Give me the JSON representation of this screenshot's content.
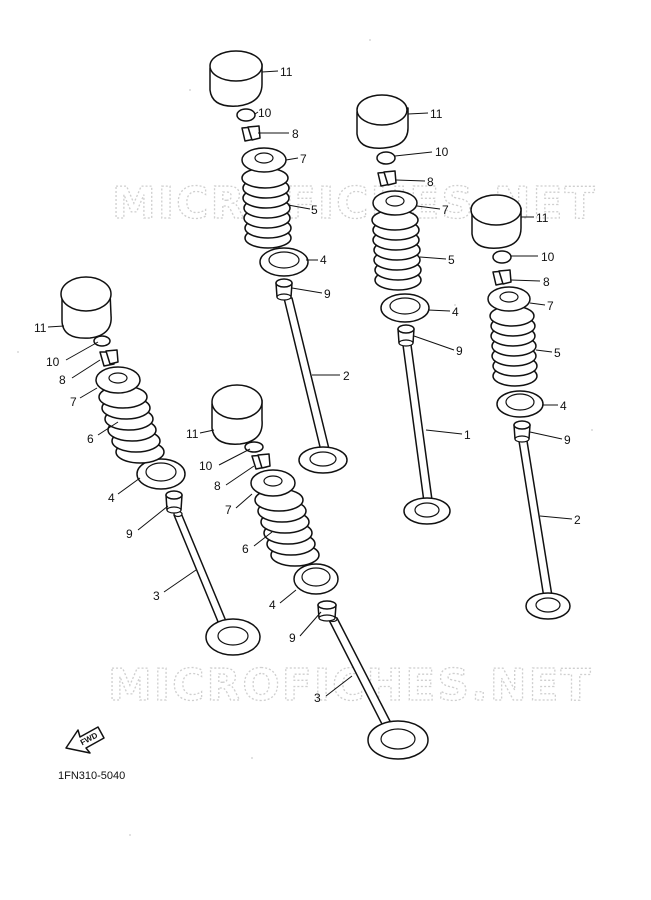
{
  "watermarks": [
    "MICROFICHES.NET",
    "MICROFICHES.NET"
  ],
  "diagram_code": "1FN310-5040",
  "fwd_label": "FWD",
  "assemblies": [
    {
      "id": "left",
      "labels": [
        "11",
        "10",
        "8",
        "7",
        "6",
        "4",
        "9",
        "3"
      ]
    },
    {
      "id": "mid-left",
      "labels": [
        "11",
        "10",
        "8",
        "7",
        "6",
        "4",
        "9",
        "3"
      ]
    },
    {
      "id": "top-center",
      "labels": [
        "11",
        "10",
        "8",
        "7",
        "5",
        "4",
        "9",
        "2"
      ]
    },
    {
      "id": "center-right",
      "labels": [
        "11",
        "10",
        "8",
        "7",
        "5",
        "4",
        "9",
        "1"
      ]
    },
    {
      "id": "right",
      "labels": [
        "11",
        "10",
        "8",
        "7",
        "5",
        "4",
        "9",
        "2"
      ]
    }
  ]
}
